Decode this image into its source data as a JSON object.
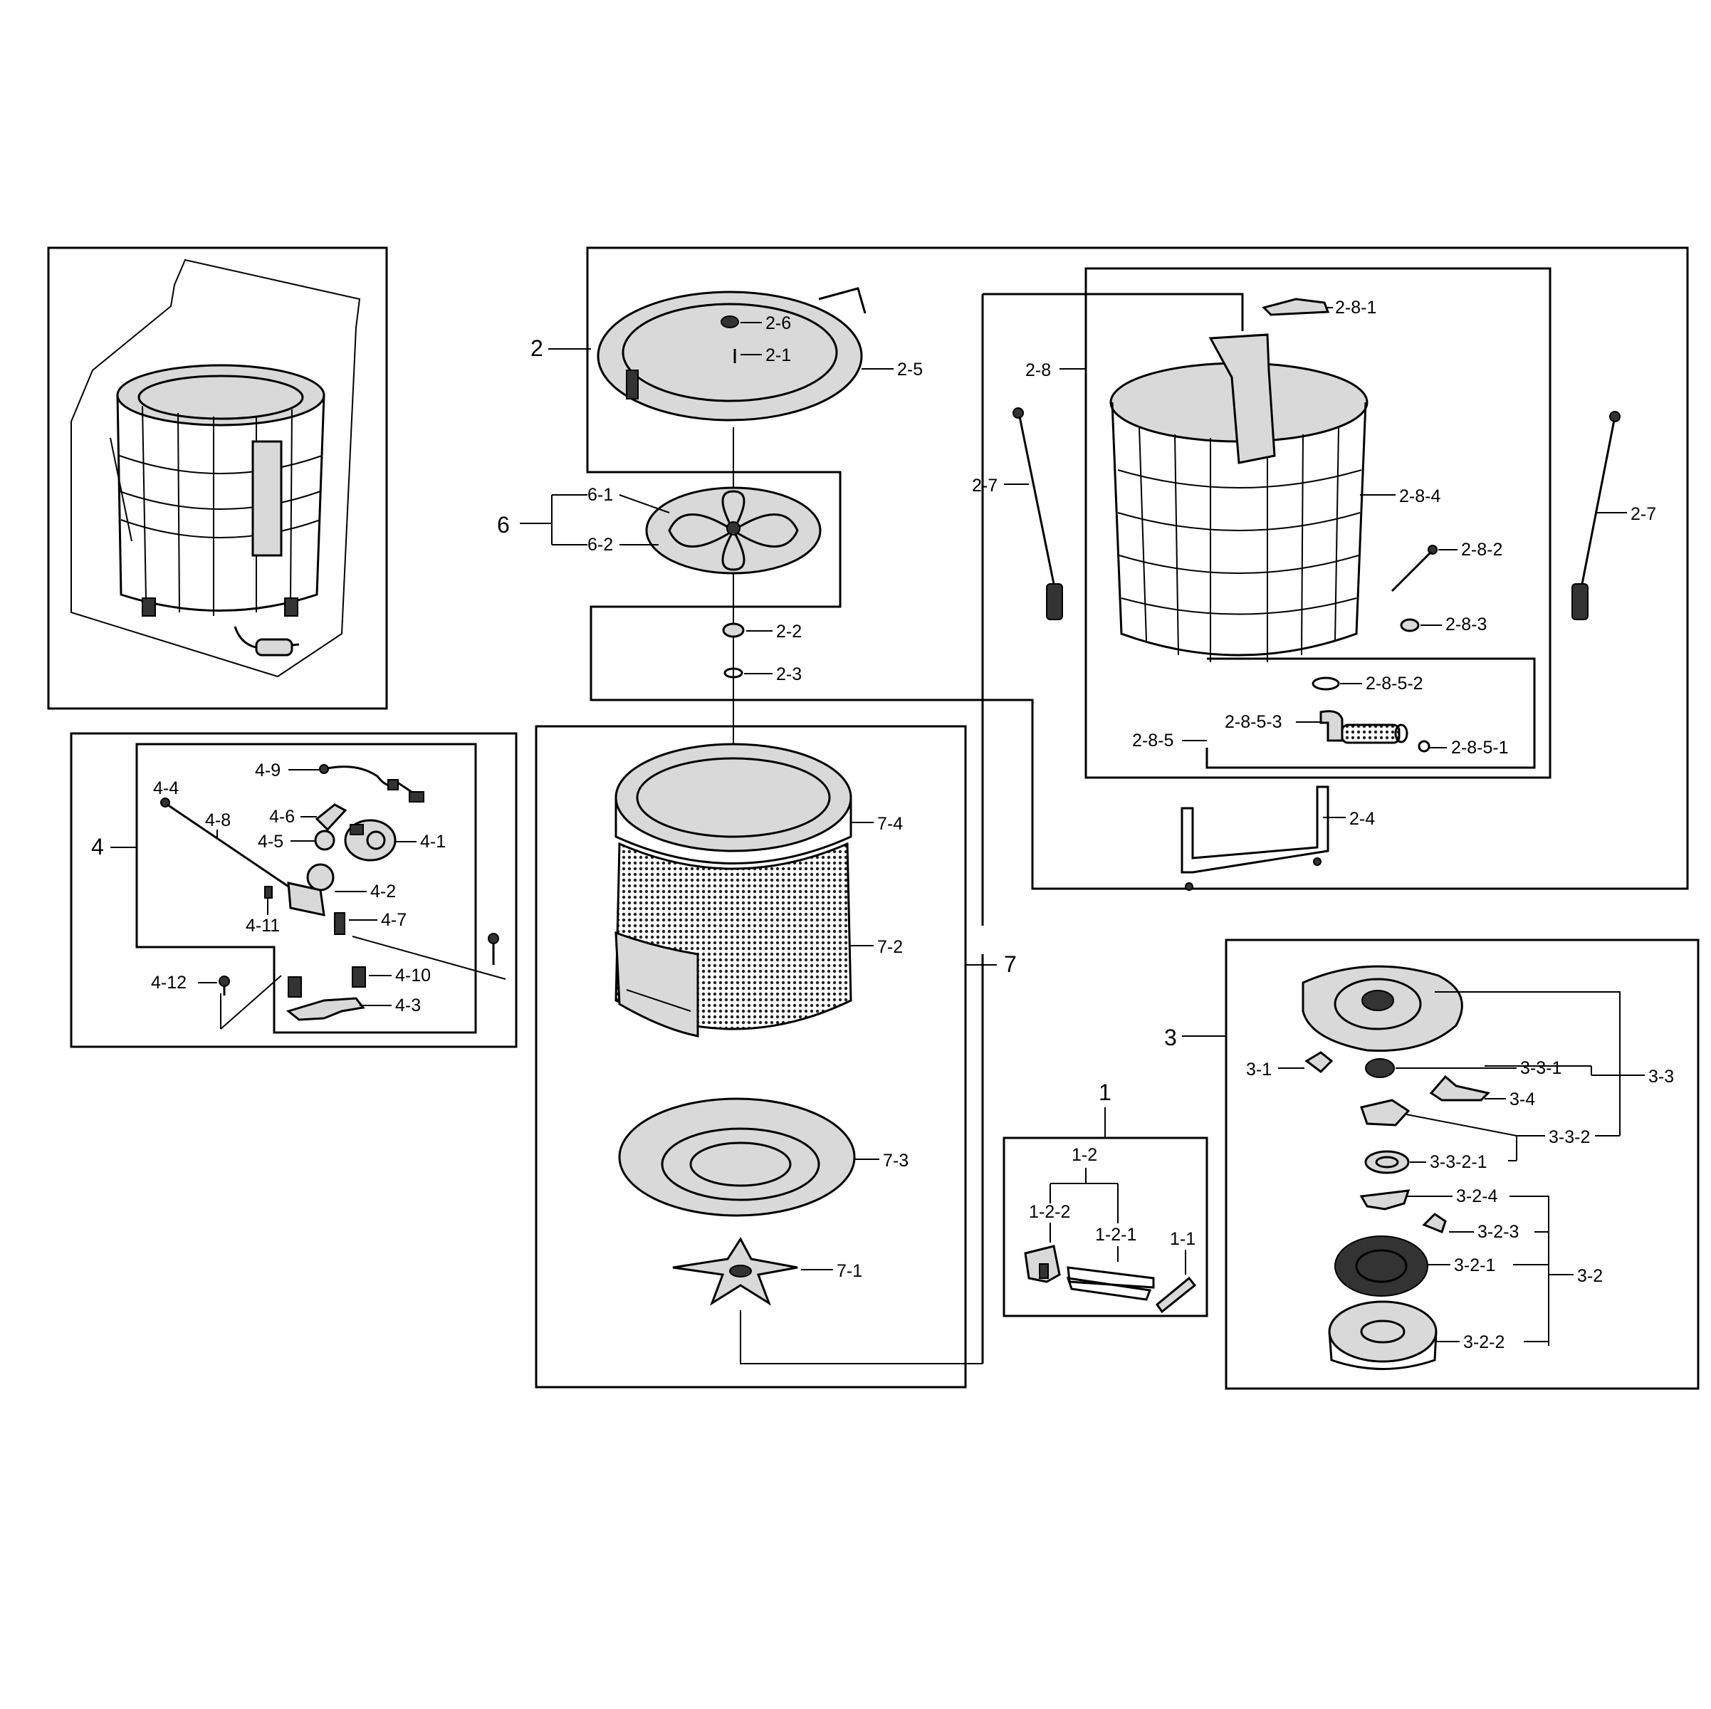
{
  "labels": {
    "l1": "1",
    "l1_1": "1-1",
    "l1_2": "1-2",
    "l1_2_1": "1-2-1",
    "l1_2_2": "1-2-2",
    "l2": "2",
    "l2_1": "2-1",
    "l2_2": "2-2",
    "l2_3": "2-3",
    "l2_4": "2-4",
    "l2_5": "2-5",
    "l2_6": "2-6",
    "l2_7a": "2-7",
    "l2_7b": "2-7",
    "l2_8": "2-8",
    "l2_8_1": "2-8-1",
    "l2_8_2": "2-8-2",
    "l2_8_3": "2-8-3",
    "l2_8_4": "2-8-4",
    "l2_8_5": "2-8-5",
    "l2_8_5_1": "2-8-5-1",
    "l2_8_5_2": "2-8-5-2",
    "l2_8_5_3": "2-8-5-3",
    "l3": "3",
    "l3_1": "3-1",
    "l3_2": "3-2",
    "l3_2_1": "3-2-1",
    "l3_2_2": "3-2-2",
    "l3_2_3": "3-2-3",
    "l3_2_4": "3-2-4",
    "l3_3": "3-3",
    "l3_3_1": "3-3-1",
    "l3_3_2": "3-3-2",
    "l3_3_2_1": "3-3-2-1",
    "l3_4": "3-4",
    "l4": "4",
    "l4_1": "4-1",
    "l4_2": "4-2",
    "l4_3": "4-3",
    "l4_4": "4-4",
    "l4_5": "4-5",
    "l4_6": "4-6",
    "l4_7": "4-7",
    "l4_8": "4-8",
    "l4_9": "4-9",
    "l4_10": "4-10",
    "l4_11": "4-11",
    "l4_12": "4-12",
    "l6": "6",
    "l6_1": "6-1",
    "l6_2": "6-2",
    "l7": "7",
    "l7_1": "7-1",
    "l7_2": "7-2",
    "l7_3": "7-3",
    "l7_4": "7-4"
  }
}
